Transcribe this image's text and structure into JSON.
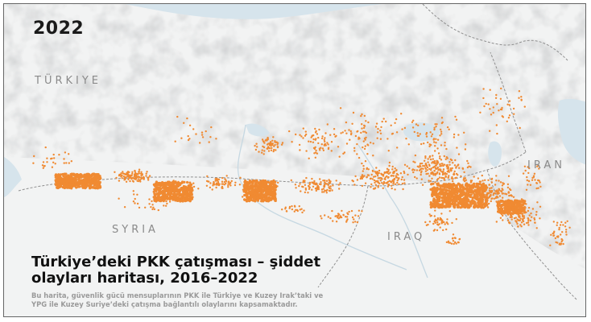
{
  "year": "2022",
  "countries": {
    "turkey": "TÜRKIYE",
    "syria": "SYRIA",
    "iraq": "IRAQ",
    "iran": "IRAN"
  },
  "title_line1": "Türkiye’deki PKK çatışması – şiddet",
  "title_line2": "olayları haritası, 2016–2022",
  "subtitle_line1": "Bu harita, güvenlik gücü mensuplarının PKK ile Türkiye ve Kuzey Irak’taki ve",
  "subtitle_line2": "YPG ile Kuzey Suriye’deki çatışma bağlantılı olaylarını kapsamaktadır.",
  "colors": {
    "event_marker": "#f08a32",
    "land": "#f2f3f3",
    "water": "#d6e4ec",
    "border": "#8f8f8f"
  },
  "event_icon": "orange-dot-marker"
}
